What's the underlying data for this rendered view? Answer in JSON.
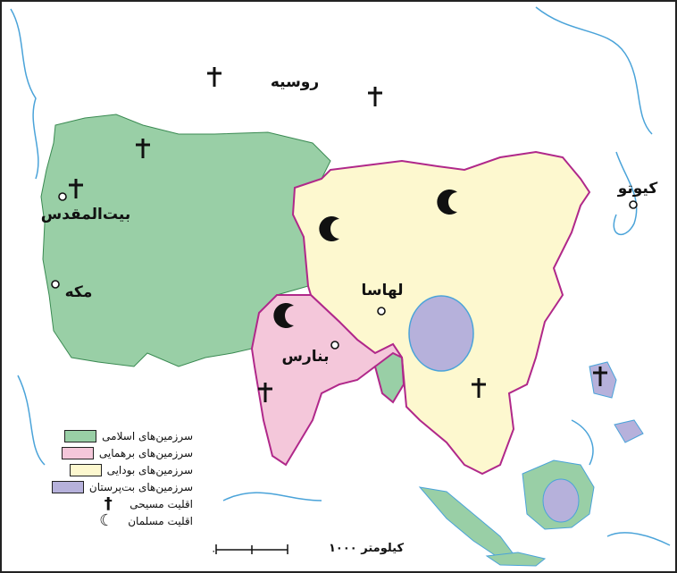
{
  "labels": {
    "russia": "روسیه",
    "jerusalem": "بیت‌المقدس",
    "mecca": "مکه",
    "lhasa": "لهاسا",
    "benares": "بنارس",
    "kyoto": "کیوتو"
  },
  "legend": [
    {
      "label": "سرزمین‌های اسلامی",
      "color": "#99cfa6"
    },
    {
      "label": "سرزمین‌های برهمایی",
      "color": "#f4c7da"
    },
    {
      "label": "سرزمین‌های بودایی",
      "color": "#fdf8cf"
    },
    {
      "label": "سرزمین‌های بت‌پرستان",
      "color": "#b6b1db"
    }
  ],
  "symbols": [
    {
      "label": "اقلیت مسیحی",
      "icon": "cross-icon"
    },
    {
      "label": "اقلیت مسلمان",
      "icon": "crescent-icon"
    }
  ],
  "scale": {
    "label": "کیلومتر ۱۰۰۰",
    "zero": "۰"
  },
  "colors": {
    "coast": "#4aa3d9",
    "border": "#b0288a",
    "islamic": "#99cfa6",
    "hindu": "#f4c7da",
    "buddhist": "#fdf8cf",
    "pagan": "#b6b1db"
  }
}
